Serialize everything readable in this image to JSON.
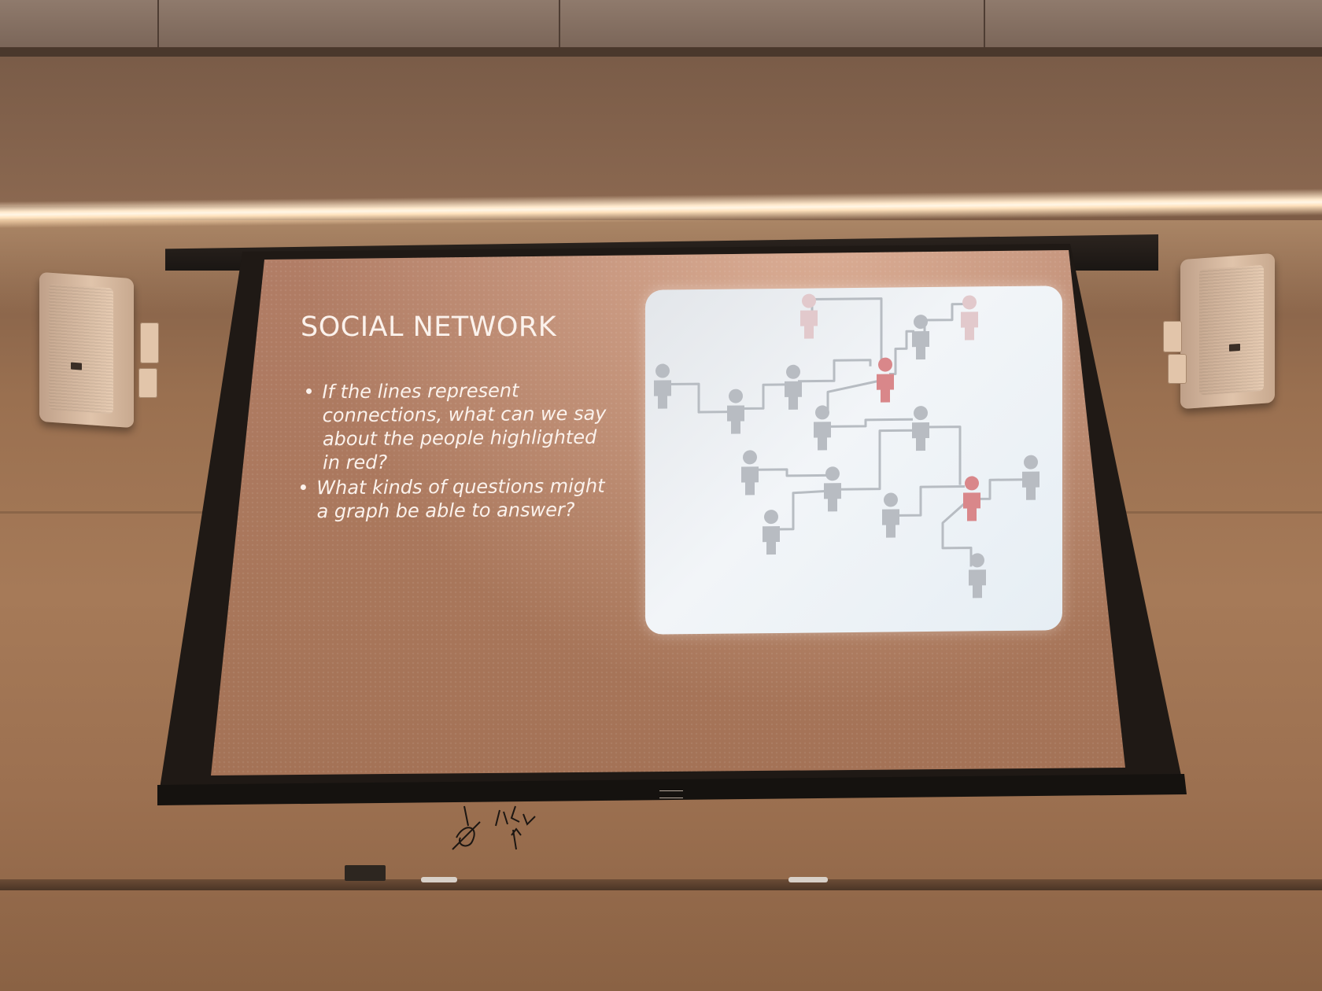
{
  "slide": {
    "title": "SOCIAL NETWORK",
    "bullets": [
      "If the lines represent connections, what can we say about the people highlighted in red?",
      "What kinds of questions might a graph be able to answer?"
    ]
  },
  "network": {
    "person_color": "#b8bcc2",
    "highlight_color": "#d9878a",
    "line_color": "#b7bcc2"
  },
  "colors": {
    "wall": "#a67a58",
    "slide_background": "#b07c64",
    "slide_text": "#fbf2ec",
    "light_strip": "#fff6e6"
  }
}
